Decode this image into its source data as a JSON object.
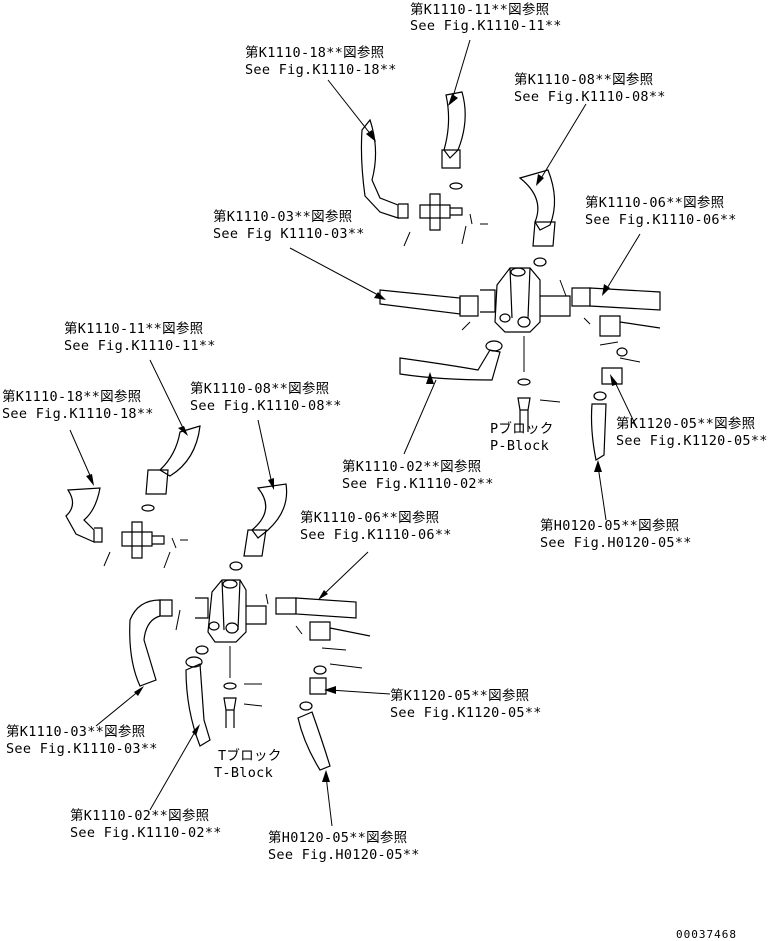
{
  "references": [
    {
      "id": "r1",
      "jp": "第K1110-11**図参照",
      "en": "See Fig.K1110-11**"
    },
    {
      "id": "r2",
      "jp": "第K1110-18**図参照",
      "en": "See Fig.K1110-18**"
    },
    {
      "id": "r3",
      "jp": "第K1110-08**図参照",
      "en": "See Fig.K1110-08**"
    },
    {
      "id": "r4",
      "jp": "第K1110-06**図参照",
      "en": "See Fig.K1110-06**"
    },
    {
      "id": "r5",
      "jp": "第K1110-03**図参照",
      "en": "See Fig K1110-03**"
    },
    {
      "id": "r6",
      "jp": "第K1120-05**図参照",
      "en": "See Fig.K1120-05**"
    },
    {
      "id": "r7",
      "jp": "第K1110-02**図参照",
      "en": "See Fig.K1110-02**"
    },
    {
      "id": "r8",
      "jp": "第H0120-05**図参照",
      "en": "See Fig.H0120-05**"
    },
    {
      "id": "r9",
      "jp": "第K1110-11**図参照",
      "en": "See Fig.K1110-11**"
    },
    {
      "id": "r10",
      "jp": "第K1110-18**図参照",
      "en": "See Fig.K1110-18**"
    },
    {
      "id": "r11",
      "jp": "第K1110-08**図参照",
      "en": "See Fig.K1110-08**"
    },
    {
      "id": "r12",
      "jp": "第K1110-06**図参照",
      "en": "See Fig.K1110-06**"
    },
    {
      "id": "r13",
      "jp": "第K1120-05**図参照",
      "en": "See Fig.K1120-05**"
    },
    {
      "id": "r14",
      "jp": "第K1110-03**図参照",
      "en": "See Fig.K1110-03**"
    },
    {
      "id": "r15",
      "jp": "第K1110-02**図参照",
      "en": "See Fig.K1110-02**"
    },
    {
      "id": "r16",
      "jp": "第H0120-05**図参照",
      "en": "See Fig.H0120-05**"
    }
  ],
  "blocks": {
    "p_block": {
      "jp": "Pブロック",
      "en": "P-Block"
    },
    "t_block": {
      "jp": "Tブロック",
      "en": "T-Block"
    }
  },
  "drawing_number": "00037468"
}
